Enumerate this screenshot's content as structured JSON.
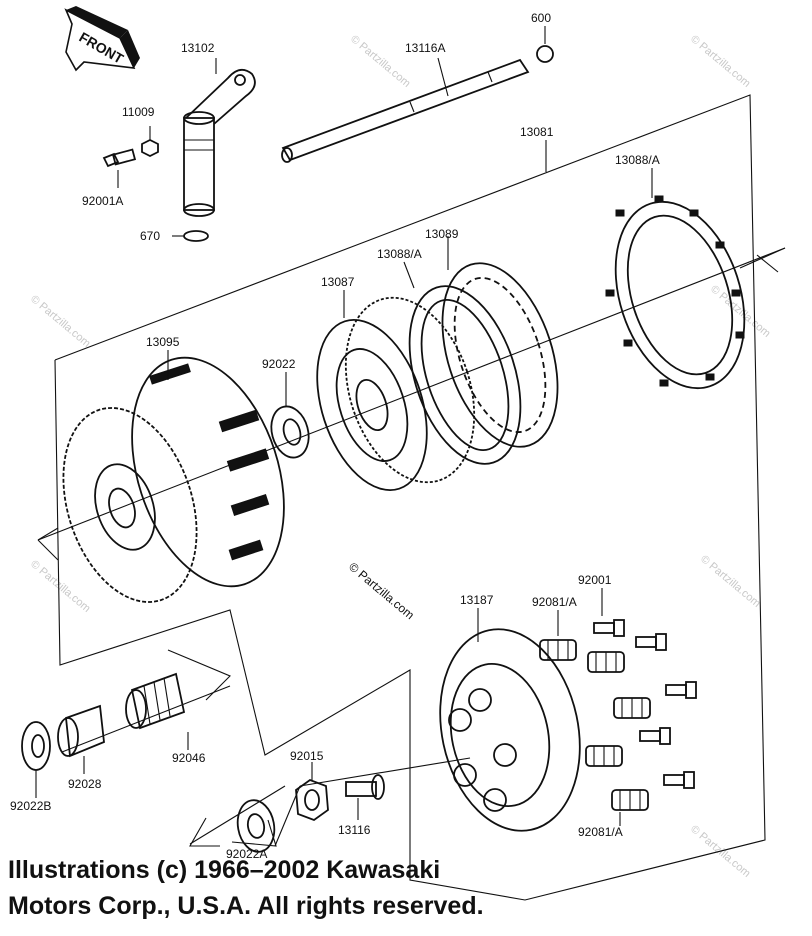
{
  "front_label": "FRONT",
  "watermarks": {
    "site": "© Partzilla.com",
    "small": "© Partzilla.com"
  },
  "parts": {
    "p600": "600",
    "p13102": "13102",
    "p13116A": "13116A",
    "p11009": "11009",
    "p92001A": "92001A",
    "p670": "670",
    "p13081": "13081",
    "p13088A_top": "13088/A",
    "p13088A_mid": "13088/A",
    "p13089": "13089",
    "p13087": "13087",
    "p13095": "13095",
    "p92022": "92022",
    "p92001": "92001",
    "p92081A_top": "92081/A",
    "p13187": "13187",
    "p92015": "92015",
    "p92046": "92046",
    "p92028": "92028",
    "p92022B": "92022B",
    "p13116": "13116",
    "p92022A": "92022A",
    "p92081A_bot": "92081/A"
  },
  "copyright": {
    "line1": "Illustrations (c) 1966–2002 Kawasaki",
    "line2": "Motors Corp., U.S.A.  All rights reserved."
  }
}
